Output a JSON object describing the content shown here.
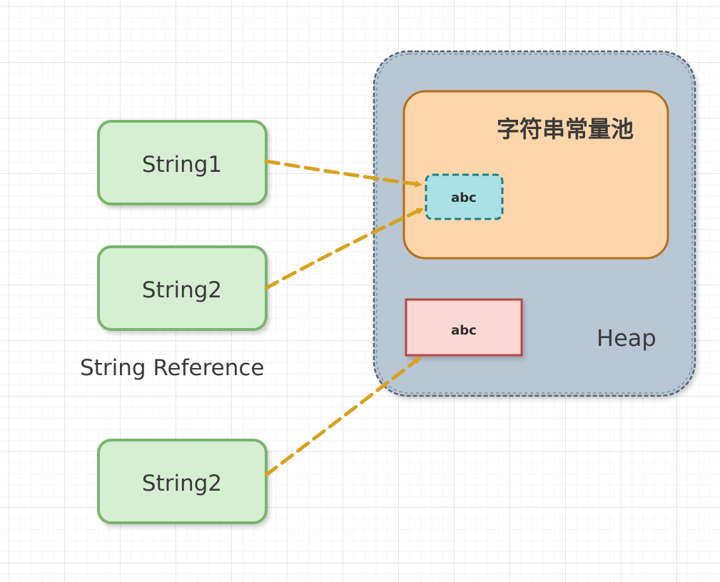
{
  "diagram": {
    "heap_label": "Heap",
    "pool_label": "字符串常量池",
    "pool_string_value": "abc",
    "heap_string_value": "abc",
    "reference_caption": "String Reference",
    "references": [
      {
        "label": "String1"
      },
      {
        "label": "String2"
      },
      {
        "label": "String2"
      }
    ],
    "colors": {
      "heap_fill": "#b9c6d3",
      "heap_border": "#556577",
      "pool_fill": "#fad6aa",
      "pool_border": "#b56e1c",
      "pool_string_fill": "#abe2e7",
      "pool_string_border": "#1f7f8a",
      "heap_string_fill": "#f9d8d6",
      "heap_string_border": "#b6464a",
      "reference_fill": "#d6eed2",
      "reference_border": "#78b56c",
      "arrow": "#d9a11f"
    }
  }
}
